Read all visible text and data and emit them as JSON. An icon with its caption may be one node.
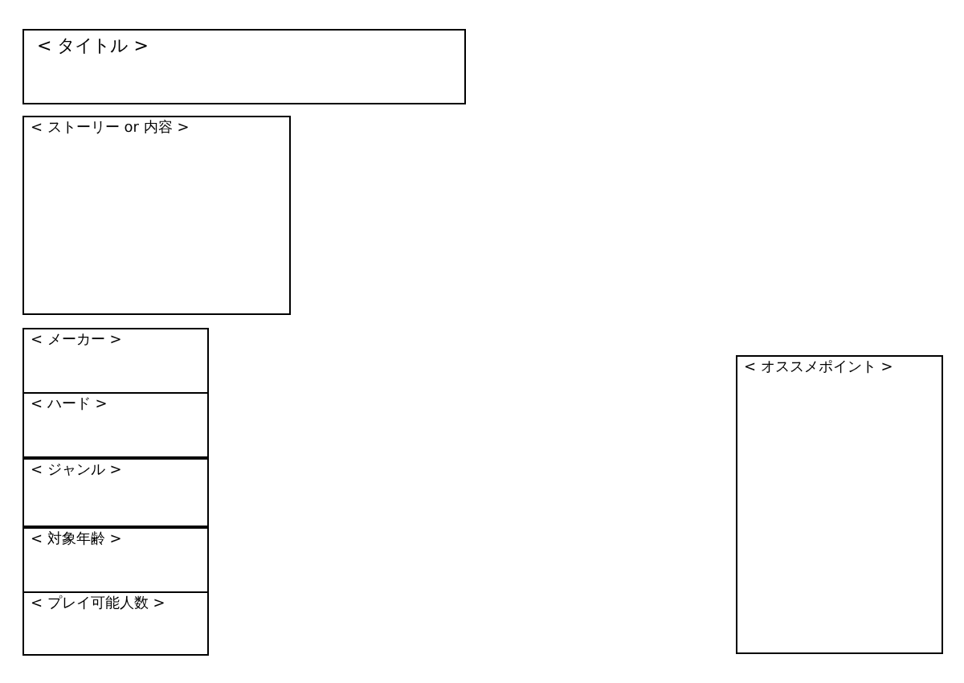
{
  "diagram": {
    "nodes": [
      {
        "text": [
          "< タイトル >"
        ]
      },
      {
        "text": [
          "< ストーリー or 内容 >"
        ]
      },
      {
        "text": [
          "< メーカー >"
        ]
      },
      {
        "text": [
          "< ハード >"
        ]
      },
      {
        "text": [
          "< ジャンル >"
        ]
      },
      {
        "text": [
          "< 対象年齢 >"
        ]
      },
      {
        "text": [
          "< プレイ可能人数 >"
        ]
      },
      {
        "text": [
          "< オススメポイント >"
        ]
      }
    ]
  }
}
